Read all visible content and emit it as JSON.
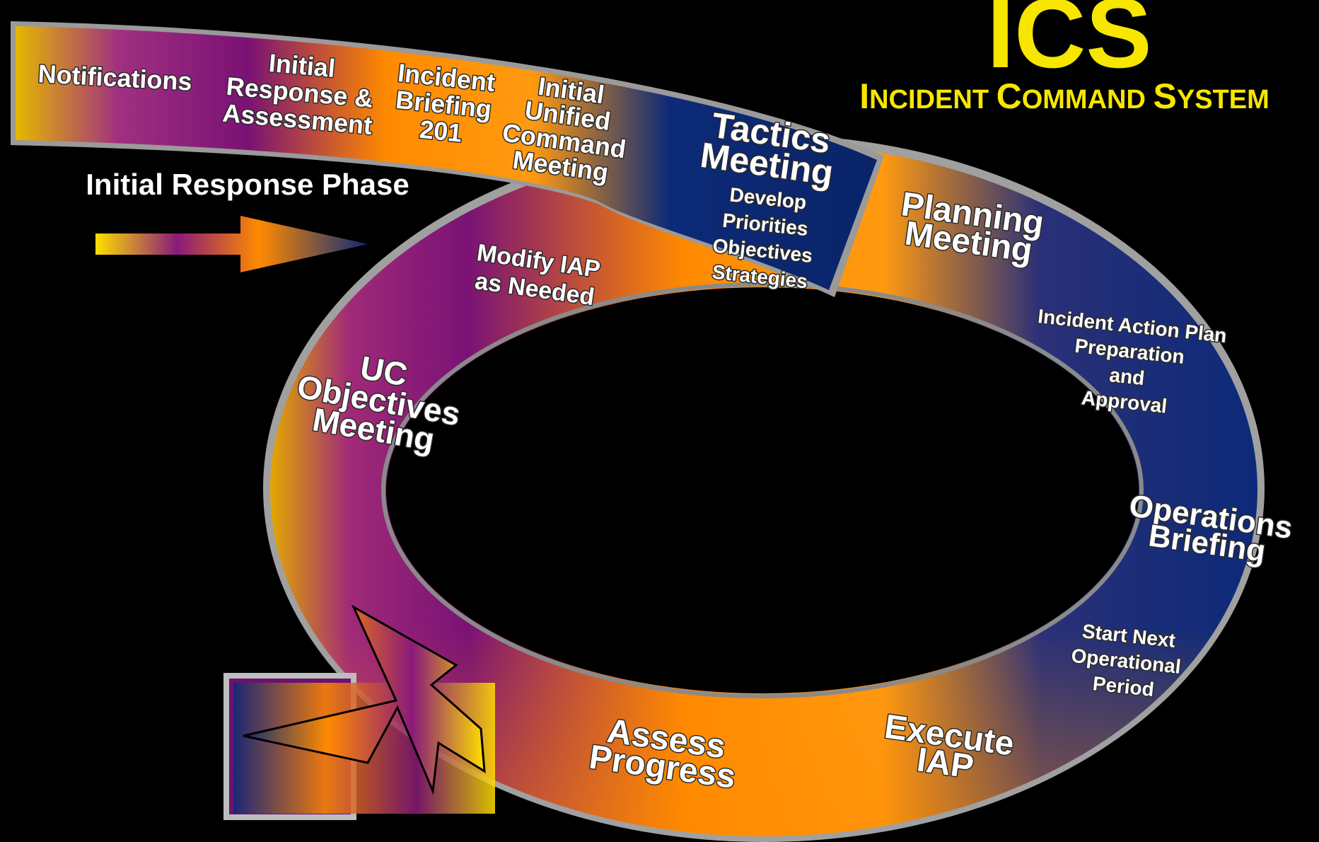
{
  "title": {
    "acronym": "ICS",
    "subtitle_caps_1": "I",
    "subtitle_rest_1": "NCIDENT ",
    "subtitle_caps_2": "C",
    "subtitle_rest_2": "OMMAND ",
    "subtitle_caps_3": "S",
    "subtitle_rest_3": "YSTEM"
  },
  "phase_label": "Initial Response Phase",
  "initial_steps": {
    "notifications": [
      "Notifications"
    ],
    "initial_response": [
      "Initial",
      "Response &",
      "Assessment"
    ],
    "incident_briefing": [
      "Incident",
      "Briefing",
      "201"
    ],
    "initial_uc_meeting": [
      "Initial",
      "Unified",
      "Command",
      "Meeting"
    ]
  },
  "cycle_steps": {
    "tactics_meeting": [
      "Tactics",
      "Meeting"
    ],
    "tactics_details": [
      "Develop",
      "Priorities",
      "Objectives",
      "Strategies"
    ],
    "planning_meeting": [
      "Planning",
      "Meeting"
    ],
    "iap_preparation": [
      "Incident Action Plan",
      "Preparation",
      "and",
      "Approval"
    ],
    "operations_briefing": [
      "Operations",
      "Briefing"
    ],
    "start_next_period": [
      "Start Next",
      "Operational",
      "Period"
    ],
    "execute_iap": [
      "Execute",
      "IAP"
    ],
    "assess_progress": [
      "Assess",
      "Progress"
    ],
    "uc_objectives_meeting": [
      "UC",
      "Objectives",
      "Meeting"
    ],
    "modify_iap": [
      "Modify IAP",
      "as Needed"
    ]
  },
  "colors": {
    "background": "#000000",
    "title_yellow": "#f6e600",
    "yellow": "#f2c400",
    "orange": "#ff8a00",
    "purple": "#7a1275",
    "navy": "#0c2a78",
    "label": "#ffffff"
  }
}
